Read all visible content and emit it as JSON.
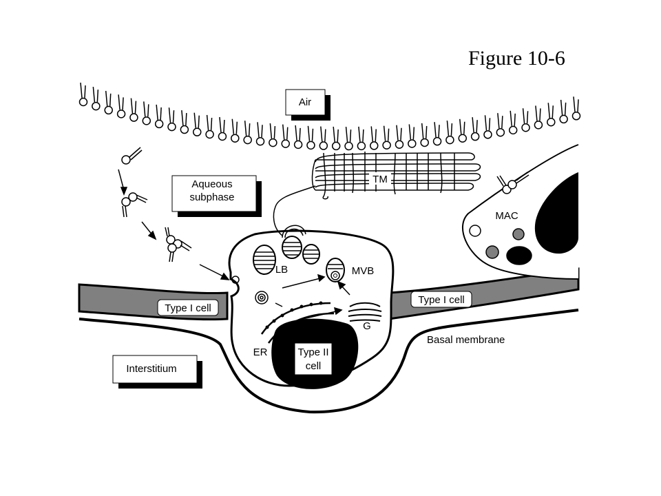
{
  "figure": {
    "title": "Figure  10-6",
    "labels": {
      "air": "Air",
      "aqueous_line1": "Aqueous",
      "aqueous_line2": "subphase",
      "tm": "TM",
      "mac": "MAC",
      "lb": "LB",
      "mvb": "MVB",
      "g": "G",
      "er": "ER",
      "type2_line1": "Type II",
      "type2_line2": "cell",
      "type1_left": "Type I cell",
      "type1_right": "Type I cell",
      "basal": "Basal membrane",
      "interstitium": "Interstitium"
    }
  }
}
